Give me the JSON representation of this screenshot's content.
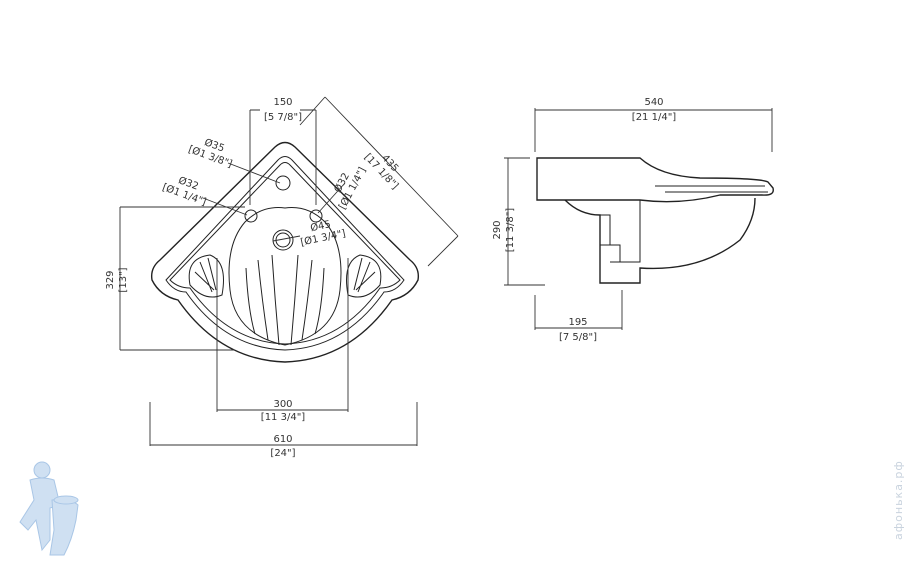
{
  "top_view": {
    "dim_150": {
      "mm": "150",
      "inch": "[5 7/8\"]"
    },
    "dim_435": {
      "mm": "435",
      "inch": "[17 1/8\"]"
    },
    "dim_329": {
      "mm": "329",
      "inch": "[13\"]"
    },
    "dim_300": {
      "mm": "300",
      "inch": "[11 3/4\"]"
    },
    "dim_610": {
      "mm": "610",
      "inch": "[24\"]"
    },
    "hole_35": {
      "mm": "Ø35",
      "inch": "[Ø1 3/8\"]"
    },
    "hole_32_left": {
      "mm": "Ø32",
      "inch": "[Ø1 1/4\"]"
    },
    "hole_32_right": {
      "mm": "Ø32",
      "inch": "[Ø1 1/4\"]"
    },
    "hole_45": {
      "mm": "Ø45",
      "inch": "[Ø1 3/4\"]"
    }
  },
  "side_view": {
    "dim_540": {
      "mm": "540",
      "inch": "[21 1/4\"]"
    },
    "dim_290": {
      "mm": "290",
      "inch": "[11 3/8\"]"
    },
    "dim_195": {
      "mm": "195",
      "inch": "[7 5/8\"]"
    }
  },
  "watermark": "афонька.рф",
  "colors": {
    "line": "#222222",
    "logo": "#a9c6e6"
  }
}
